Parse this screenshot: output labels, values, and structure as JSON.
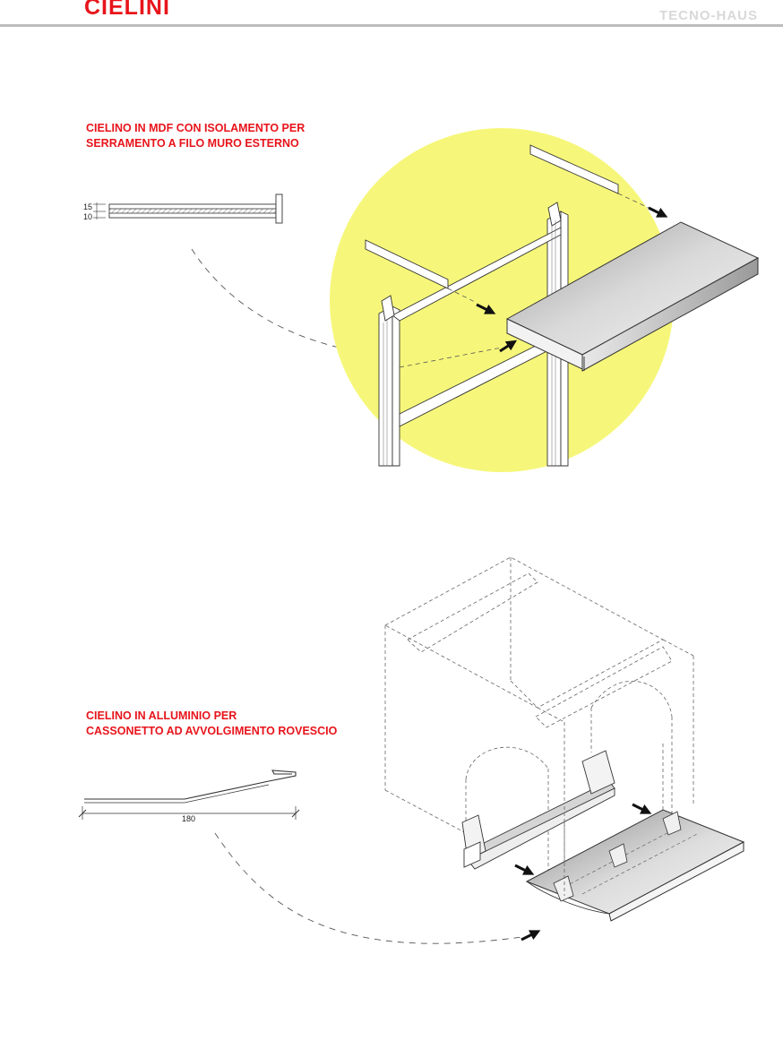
{
  "header": {
    "title": "CIELINI",
    "brand": "TECNO-HAUS"
  },
  "section1": {
    "caption_line1": "CIELINO IN MDF CON ISOLAMENTO PER",
    "caption_line2": "SERRAMENTO A FILO MURO ESTERNO",
    "dim_top": "15",
    "dim_bottom": "10"
  },
  "section2": {
    "caption_line1": "CIELINO IN ALLUMINIO PER",
    "caption_line2": "CASSONETTO AD AVVOLGIMENTO ROVESCIO",
    "dim_width": "180"
  },
  "colors": {
    "accent_red": "#e8141b",
    "highlight_yellow": "#f6f77a",
    "brand_grey": "#d8d8d8"
  }
}
